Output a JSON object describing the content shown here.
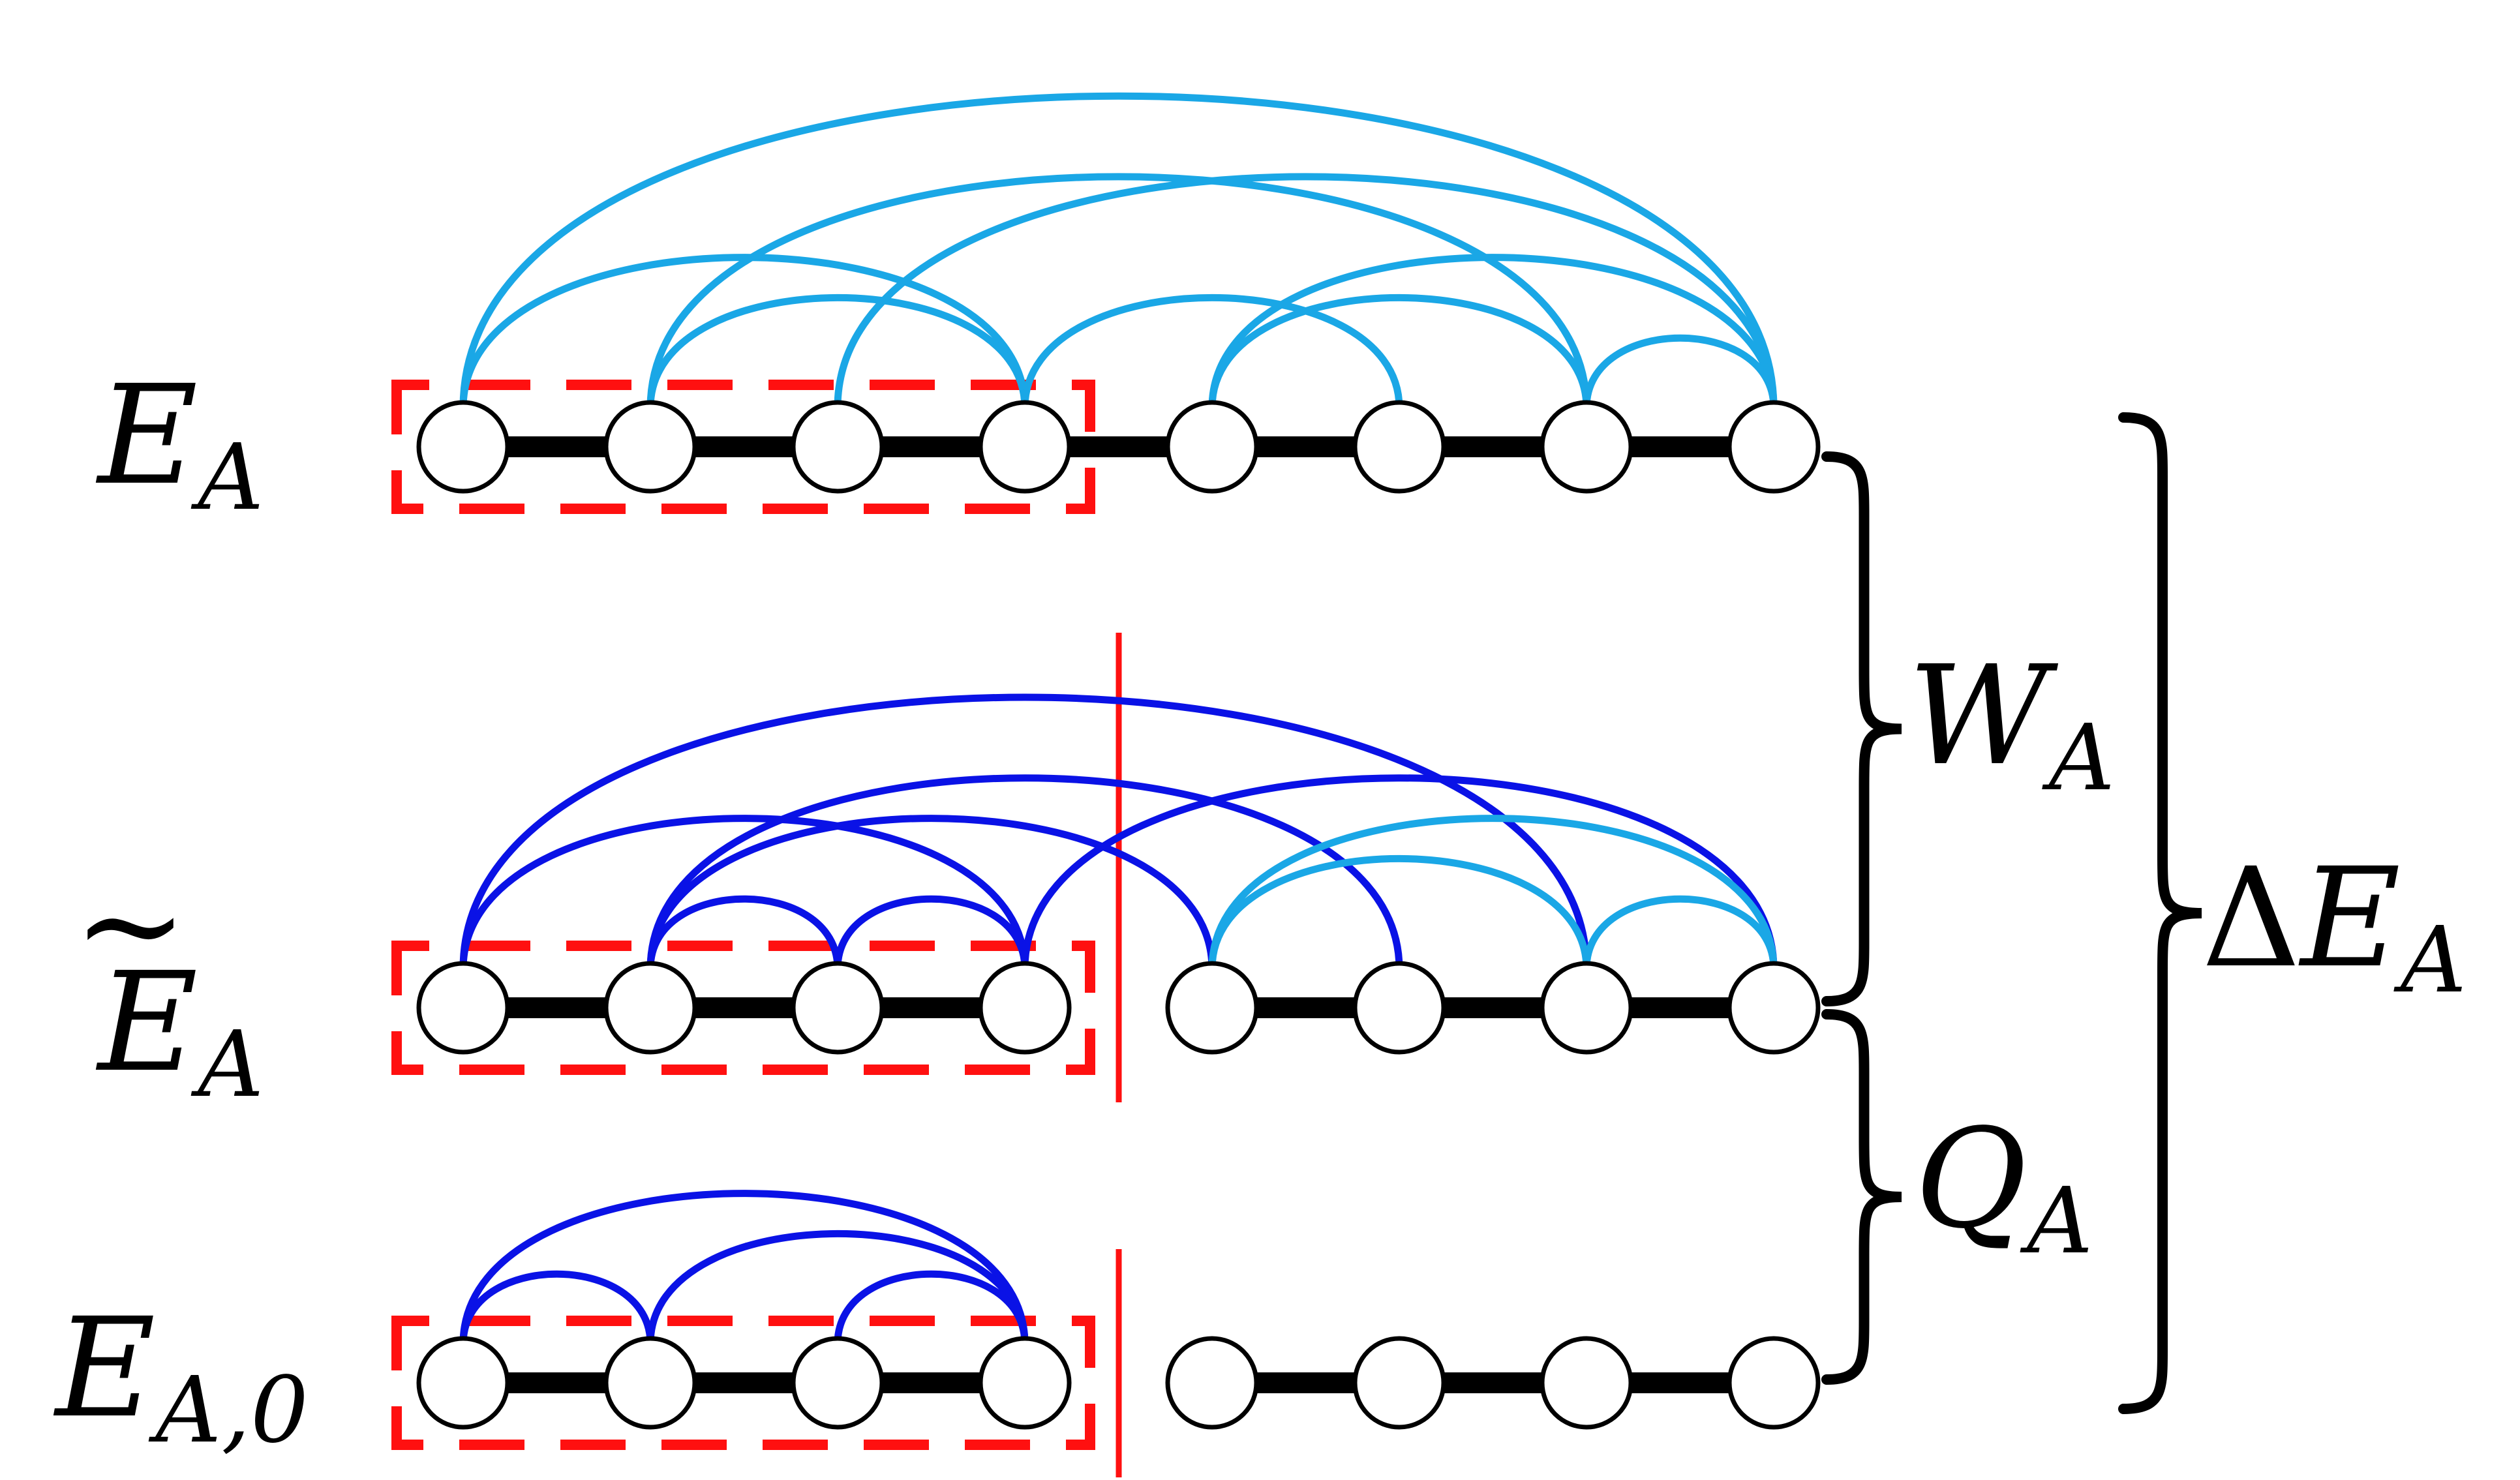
{
  "labels": {
    "row1_main": "E",
    "row1_sub": "A",
    "row2_tilde": "~",
    "row2_main": "E",
    "row2_sub": "A",
    "row3_main": "E",
    "row3_sub": "A,0",
    "w_main": "W",
    "w_sub": "A",
    "q_main": "Q",
    "q_sub": "A",
    "delta_symbol": "Δ",
    "delta_main": "E",
    "delta_sub": "A"
  },
  "colors": {
    "light_arc": "#1aa7e6",
    "dark_arc": "#0a12e6",
    "dashed_box": "#ff1010",
    "divider": "#ff1010",
    "chain": "#000000",
    "node_fill": "#ffffff",
    "node_stroke": "#000000",
    "brace": "#000000"
  },
  "rows": [
    {
      "id": "E_A",
      "nodes": 8,
      "arcs": [
        {
          "from": 0,
          "to": 7,
          "color": "light"
        },
        {
          "from": 0,
          "to": 3,
          "color": "light"
        },
        {
          "from": 1,
          "to": 3,
          "color": "light"
        },
        {
          "from": 1,
          "to": 6,
          "color": "light"
        },
        {
          "from": 2,
          "to": 7,
          "color": "light"
        },
        {
          "from": 3,
          "to": 5,
          "color": "light"
        },
        {
          "from": 4,
          "to": 7,
          "color": "light"
        },
        {
          "from": 4,
          "to": 6,
          "color": "light"
        },
        {
          "from": 6,
          "to": 7,
          "color": "light"
        }
      ],
      "chain_gap_after": null,
      "has_divider": false
    },
    {
      "id": "E_A_tilde",
      "nodes": 8,
      "arcs": [
        {
          "from": 0,
          "to": 6,
          "color": "dark"
        },
        {
          "from": 0,
          "to": 3,
          "color": "dark"
        },
        {
          "from": 1,
          "to": 2,
          "color": "dark"
        },
        {
          "from": 1,
          "to": 5,
          "color": "dark"
        },
        {
          "from": 1,
          "to": 4,
          "color": "dark"
        },
        {
          "from": 2,
          "to": 3,
          "color": "dark"
        },
        {
          "from": 3,
          "to": 7,
          "color": "dark"
        },
        {
          "from": 4,
          "to": 7,
          "color": "light"
        },
        {
          "from": 4,
          "to": 6,
          "color": "light"
        },
        {
          "from": 6,
          "to": 7,
          "color": "light"
        }
      ],
      "chain_gap_after": 3,
      "has_divider": true
    },
    {
      "id": "E_A0",
      "nodes": 8,
      "arcs": [
        {
          "from": 0,
          "to": 3,
          "color": "dark"
        },
        {
          "from": 0,
          "to": 1,
          "color": "dark"
        },
        {
          "from": 1,
          "to": 3,
          "color": "dark"
        },
        {
          "from": 2,
          "to": 3,
          "color": "dark"
        }
      ],
      "chain_gap_after": 3,
      "has_divider": true
    }
  ]
}
